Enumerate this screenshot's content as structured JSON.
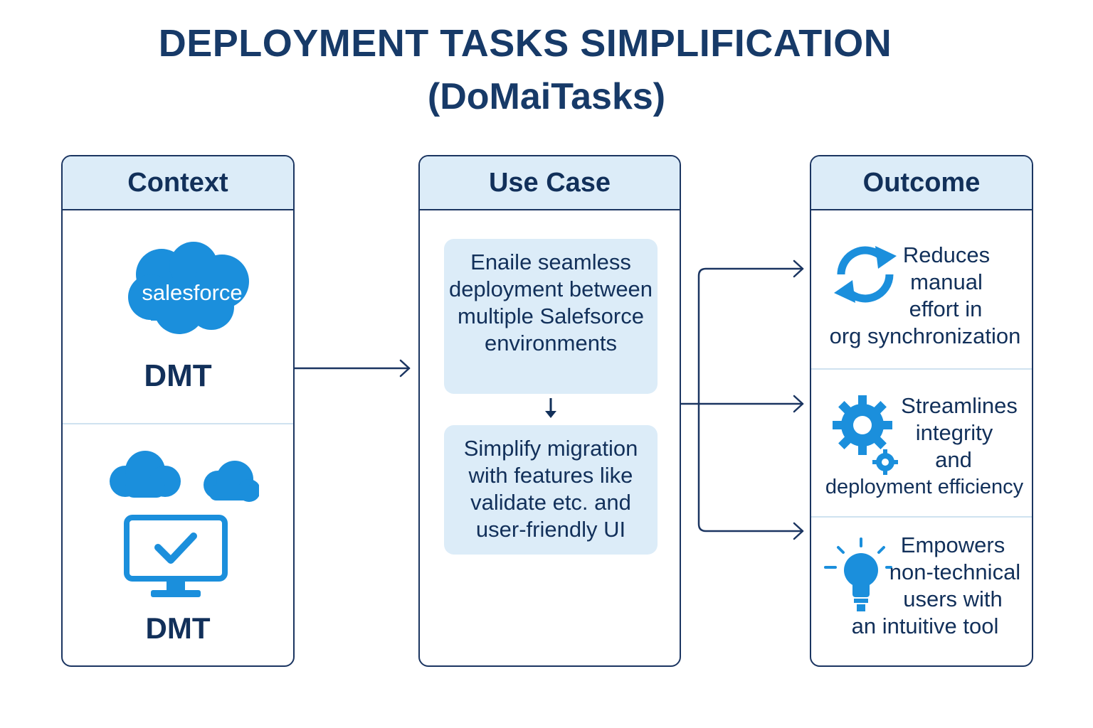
{
  "title": {
    "line1": "DEPLOYMENT TASKS SIMPLIFICATION",
    "line2": "(DoMaiTasks)"
  },
  "context": {
    "header": "Context",
    "logo_text": "salesforce",
    "label_top": "DMT",
    "label_bottom": "DMT"
  },
  "use_case": {
    "header": "Use Case",
    "step1": "Enaile seamless deployment between multiple Salefsorce environments",
    "step2": "Simplify migration with features like validate etc. and user-friendly UI"
  },
  "outcome": {
    "header": "Outcome",
    "items": [
      {
        "line1": "Reduces",
        "line2": "manual",
        "line3": "effort in",
        "line4": "org synchronization"
      },
      {
        "line1": "Streamlines",
        "line2": "integrity",
        "line3": "and",
        "line4": "deployment efficiency"
      },
      {
        "line1": "Empowers",
        "line2": "non-technical",
        "line3": "users with",
        "line4": "an intuitive tool"
      }
    ]
  },
  "colors": {
    "navy": "#12305a",
    "accent_blue": "#1b8fdc",
    "header_fill": "#dcecf8"
  },
  "icons": [
    "salesforce-cloud-logo",
    "clouds-icon",
    "monitor-check-icon",
    "sync-arrows-icon",
    "gears-icon",
    "lightbulb-icon"
  ]
}
